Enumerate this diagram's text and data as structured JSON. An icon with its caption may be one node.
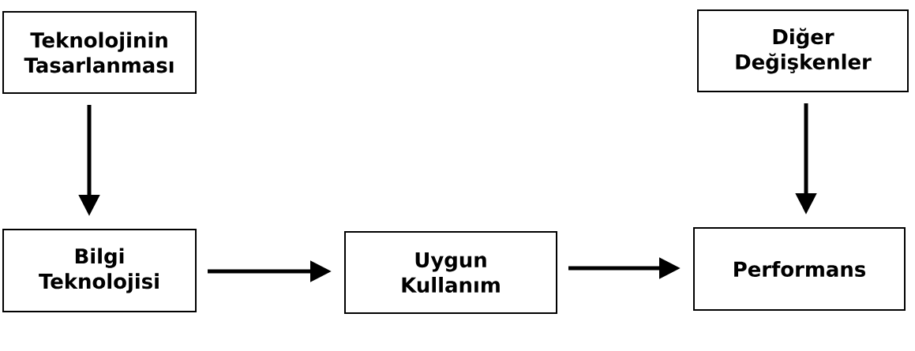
{
  "diagram": {
    "nodes": [
      {
        "text": [
          "Teknolojinin Tasarlanması"
        ]
      },
      {
        "text": [
          "Diğer Değişkenler"
        ]
      },
      {
        "text": [
          "Bilgi Teknolojisi"
        ]
      },
      {
        "text": [
          "Uygun Kullanım"
        ]
      },
      {
        "text": [
          "Performans"
        ]
      }
    ],
    "edges": [
      {
        "from": 0,
        "to": 2,
        "arrow": "to"
      },
      {
        "from": 1,
        "to": 4,
        "arrow": "to"
      },
      {
        "from": 2,
        "to": 3,
        "arrow": "to"
      },
      {
        "from": 3,
        "to": 4,
        "arrow": "to"
      }
    ]
  }
}
